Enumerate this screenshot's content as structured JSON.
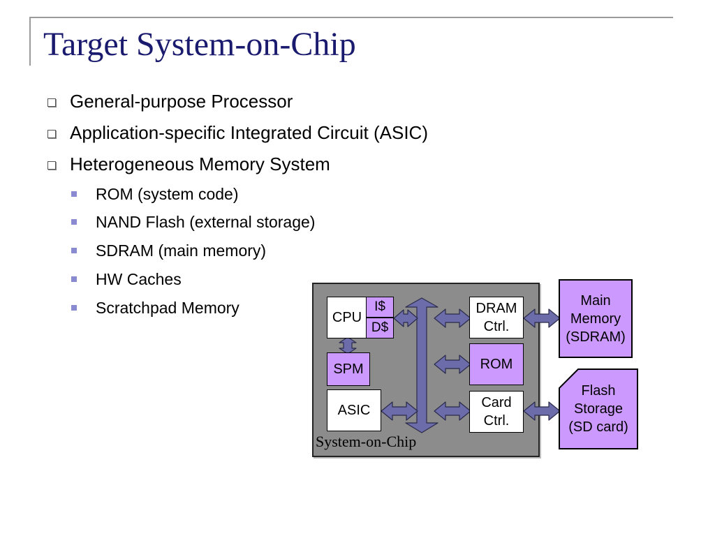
{
  "title": "Target System-on-Chip",
  "bullets": [
    {
      "level": 1,
      "text": "General-purpose Processor"
    },
    {
      "level": 1,
      "text": "Application-specific Integrated Circuit (ASIC)"
    },
    {
      "level": 1,
      "text": "Heterogeneous Memory System"
    },
    {
      "level": 2,
      "text": "ROM (system code)"
    },
    {
      "level": 2,
      "text": "NAND Flash (external storage)"
    },
    {
      "level": 2,
      "text": "SDRAM (main memory)"
    },
    {
      "level": 2,
      "text": "HW Caches"
    },
    {
      "level": 2,
      "text": "Scratchpad Memory"
    }
  ],
  "diagram": {
    "soc_label": "System-on-Chip",
    "cpu": "CPU",
    "icache": "I$",
    "dcache": "D$",
    "spm": "SPM",
    "asic": "ASIC",
    "dram_ctrl": [
      "DRAM",
      "Ctrl."
    ],
    "rom": "ROM",
    "card_ctrl": [
      "Card",
      "Ctrl."
    ],
    "main_memory": [
      "Main",
      "Memory",
      "(SDRAM)"
    ],
    "flash_storage": [
      "Flash",
      "Storage",
      "(SD card)"
    ]
  },
  "colors": {
    "title": "#1a1a6e",
    "chip_background": "#8c8c8c",
    "memory_block": "#cc99ff",
    "arrow": "#6c6caa",
    "bullet_level2": "#8a8ad0"
  }
}
